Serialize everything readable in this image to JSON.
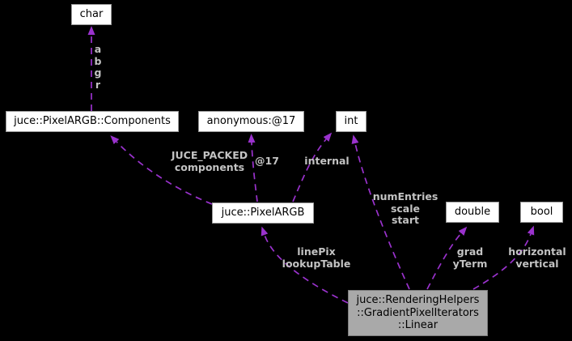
{
  "diagram": {
    "type": "collaboration-graph",
    "colors": {
      "background": "#000000",
      "edge": "#9a32cd",
      "edge_label": "#c3c3c3",
      "node_fill": "#ffffff",
      "node_border": "#9a9a9a",
      "node_text": "#000000",
      "highlight_node_fill": "#a9a9a9"
    },
    "nodes": [
      {
        "id": "char",
        "label": "char"
      },
      {
        "id": "components",
        "label": "juce::PixelARGB::Components"
      },
      {
        "id": "anonymous17",
        "label": "anonymous:@17"
      },
      {
        "id": "int",
        "label": "int"
      },
      {
        "id": "pixelargb",
        "label": "juce::PixelARGB"
      },
      {
        "id": "double",
        "label": "double"
      },
      {
        "id": "bool",
        "label": "bool"
      },
      {
        "id": "linear",
        "lines": [
          "juce::RenderingHelpers",
          "::GradientPixelIterators",
          "::Linear"
        ]
      }
    ],
    "edges": [
      {
        "from": "components",
        "to": "char",
        "labels": [
          "a",
          "b",
          "g",
          "r"
        ]
      },
      {
        "from": "pixelargb",
        "to": "components",
        "labels": [
          "JUCE_PACKED",
          "components"
        ]
      },
      {
        "from": "pixelargb",
        "to": "anonymous17",
        "labels": [
          "@17"
        ]
      },
      {
        "from": "pixelargb",
        "to": "int",
        "labels": [
          "internal"
        ]
      },
      {
        "from": "linear",
        "to": "int",
        "labels": [
          "numEntries",
          "scale",
          "start"
        ]
      },
      {
        "from": "linear",
        "to": "pixelargb",
        "labels": [
          "linePix",
          "lookupTable"
        ]
      },
      {
        "from": "linear",
        "to": "double",
        "labels": [
          "grad",
          "yTerm"
        ]
      },
      {
        "from": "linear",
        "to": "bool",
        "labels": [
          "horizontal",
          "vertical"
        ]
      }
    ]
  }
}
